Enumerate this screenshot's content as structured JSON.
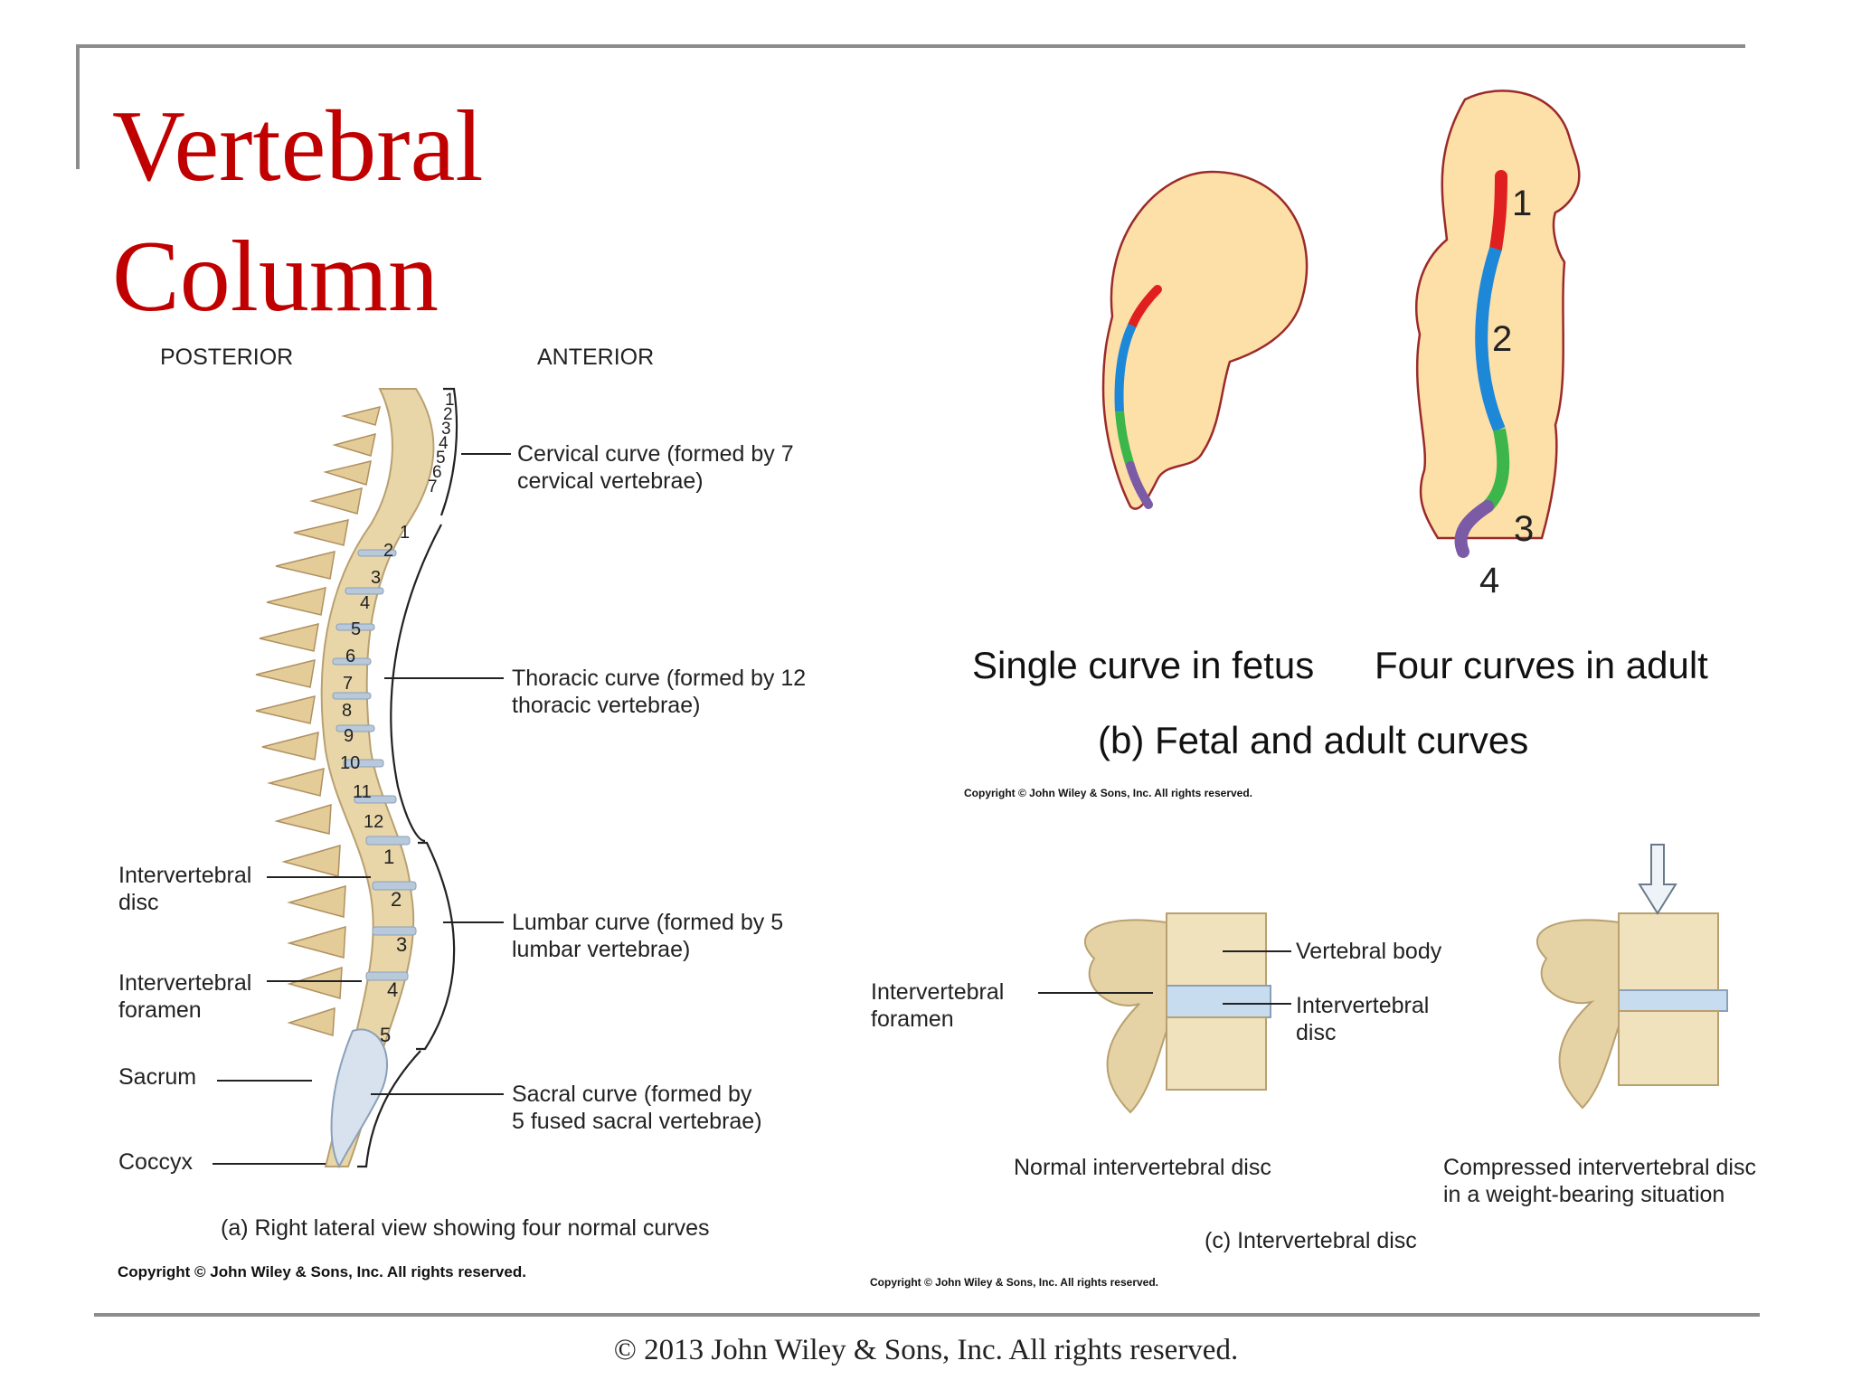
{
  "slide": {
    "title_line1": "Vertebral",
    "title_line2": "Column",
    "footer": "© 2013 John Wiley & Sons, Inc. All rights reserved.",
    "title_color": "#c00000"
  },
  "panel_a": {
    "posterior": "POSTERIOR",
    "anterior": "ANTERIOR",
    "cervical_curve": "Cervical curve (formed by 7\ncervical vertebrae)",
    "thoracic_curve": "Thoracic curve (formed by 12\nthoracic vertebrae)",
    "lumbar_curve": "Lumbar curve (formed by 5\nlumbar vertebrae)",
    "sacral_curve": "Sacral curve (formed by\n5 fused sacral vertebrae)",
    "intervertebral_disc": "Intervertebral\ndisc",
    "intervertebral_foramen": "Intervertebral\nforamen",
    "sacrum": "Sacrum",
    "coccyx": "Coccyx",
    "caption": "(a) Right lateral view showing four normal curves",
    "copyright": "Copyright © John Wiley & Sons, Inc. All rights reserved.",
    "cervical_numbers": [
      "1",
      "2",
      "3",
      "4",
      "5",
      "6",
      "7"
    ],
    "thoracic_numbers": [
      "1",
      "2",
      "3",
      "4",
      "5",
      "6",
      "7",
      "8",
      "9",
      "10",
      "11",
      "12"
    ],
    "lumbar_numbers": [
      "1",
      "2",
      "3",
      "4",
      "5"
    ]
  },
  "panel_b": {
    "fetus_label": "Single curve in fetus",
    "adult_label": "Four curves in adult",
    "caption": "(b) Fetal and adult curves",
    "copyright": "Copyright © John Wiley & Sons, Inc. All rights reserved.",
    "curve_numbers": [
      "1",
      "2",
      "3",
      "4"
    ],
    "colors": {
      "cervical": "#e02020",
      "thoracic": "#1e88d8",
      "lumbar": "#3cb54a",
      "sacral": "#7b5aa6",
      "skin": "#fddfa8",
      "outline": "#9c2a2a"
    }
  },
  "panel_c": {
    "vertebral_body": "Vertebral body",
    "intervertebral_disc": "Intervertebral\ndisc",
    "intervertebral_foramen": "Intervertebral\nforamen",
    "normal_label": "Normal intervertebral disc",
    "compressed_label": "Compressed intervertebral disc\nin a weight-bearing situation",
    "caption": "(c) Intervertebral disc",
    "copyright": "Copyright © John Wiley & Sons, Inc. All rights reserved."
  }
}
